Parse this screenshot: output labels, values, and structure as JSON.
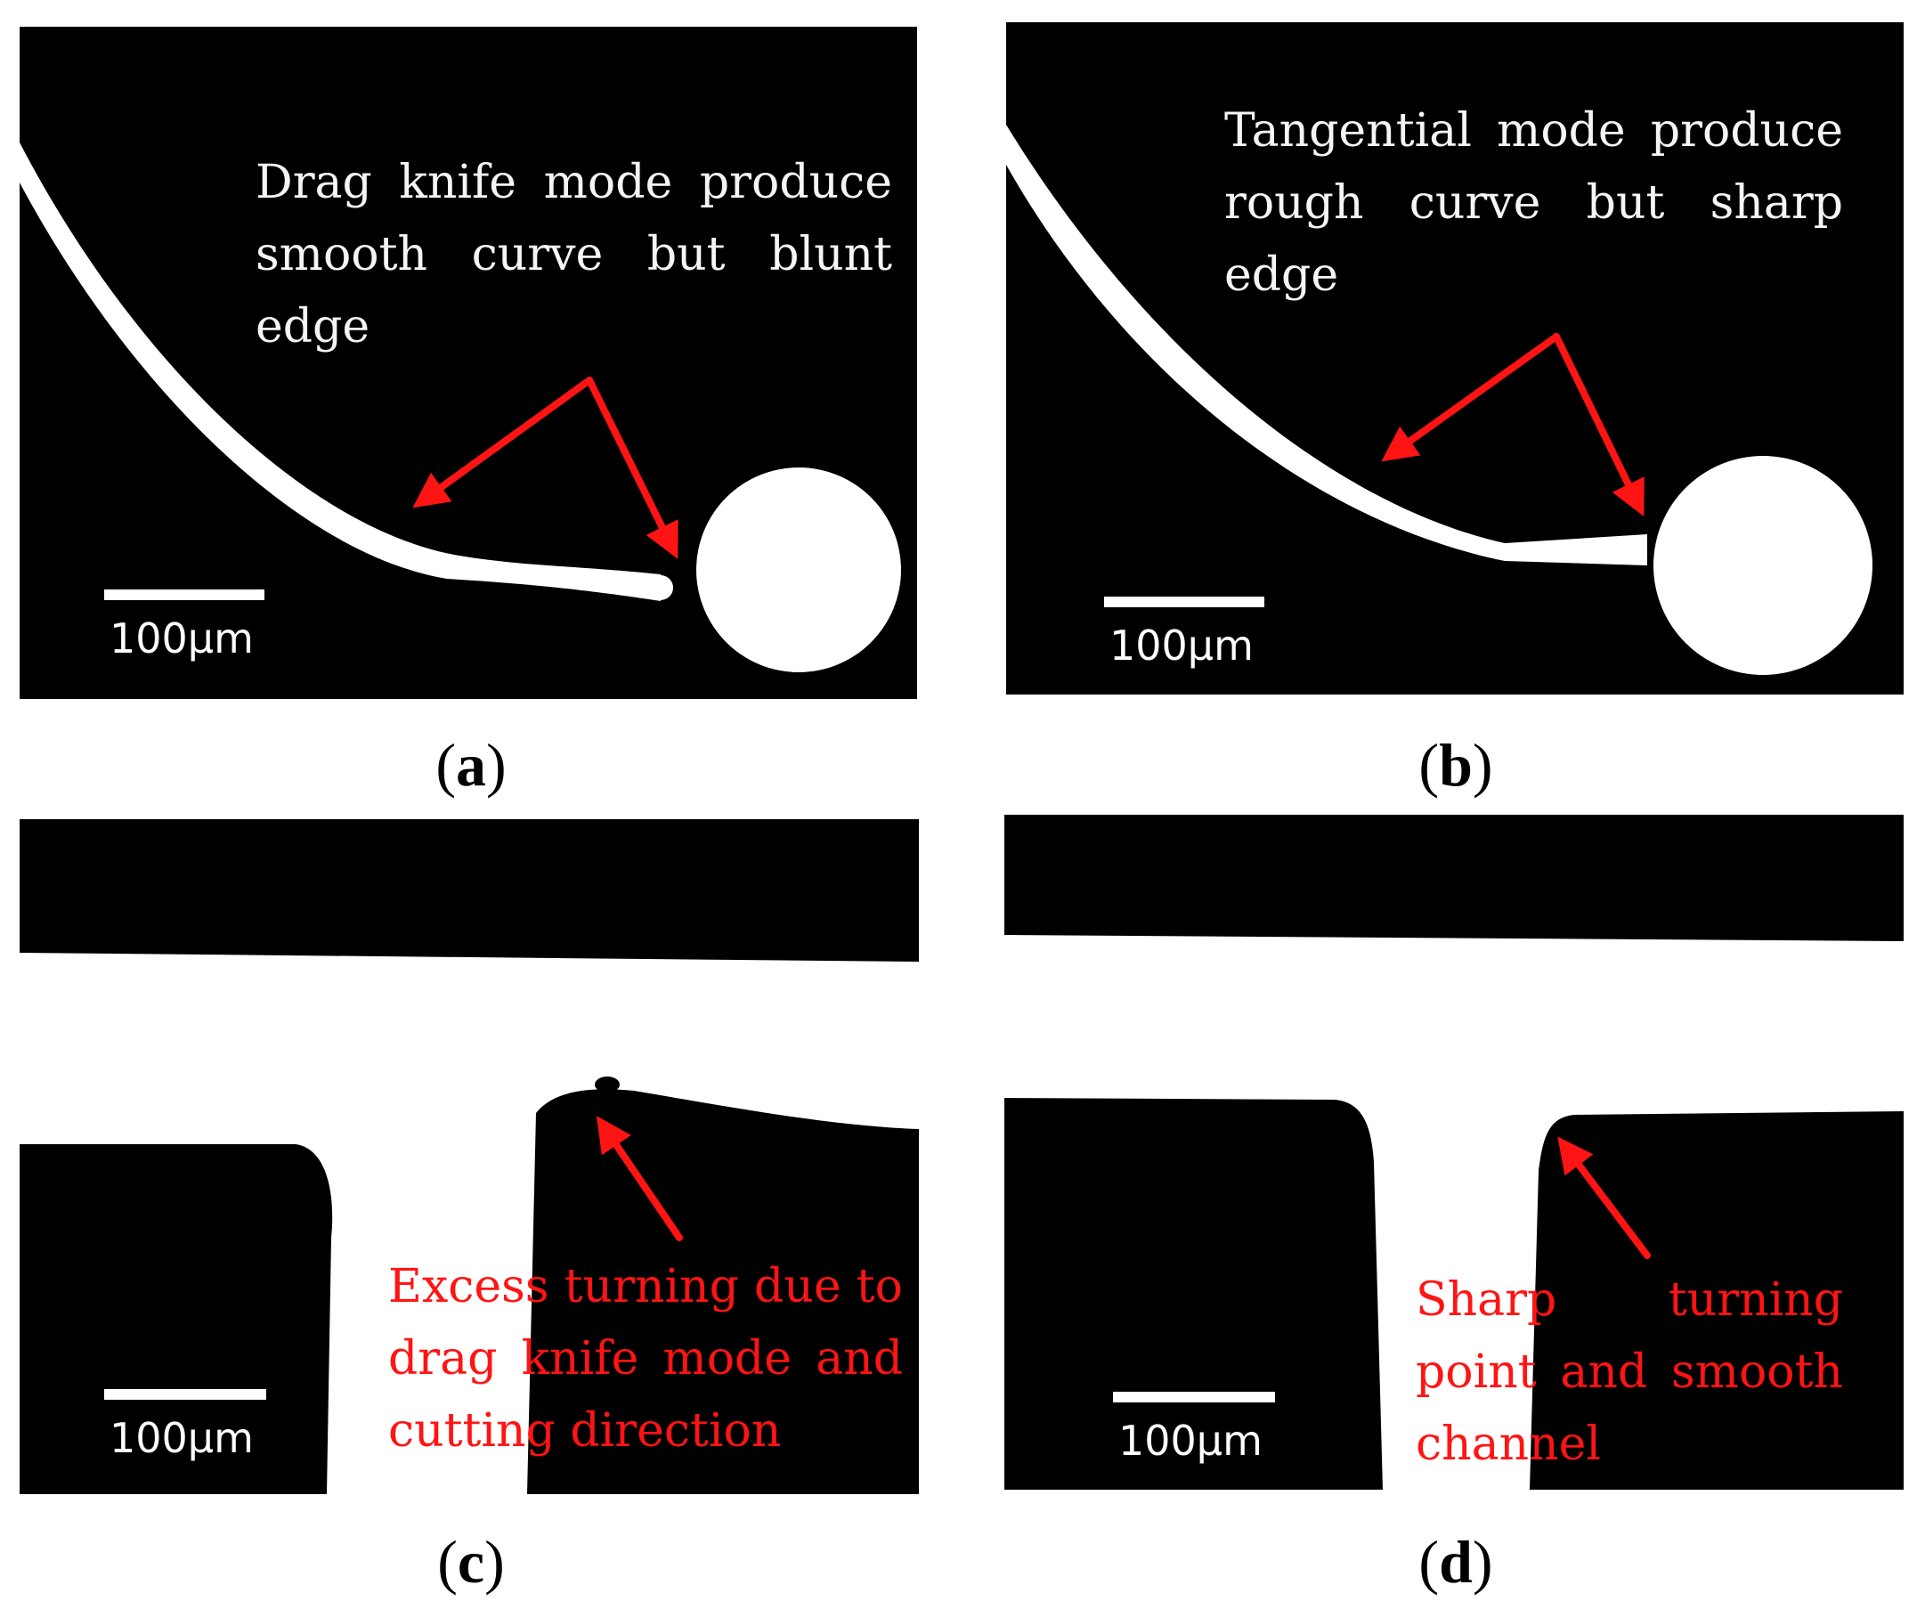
{
  "panels": {
    "a": {
      "annotation": "Drag knife mode produce smooth curve but blunt edge",
      "scale_label": "100μm",
      "caption_letter": "a"
    },
    "b": {
      "annotation": "Tangential mode produce rough curve but sharp edge",
      "scale_label": "100μm",
      "caption_letter": "b"
    },
    "c": {
      "annotation": "Excess turning due to drag knife mode and cutting direction",
      "scale_label": "100μm",
      "caption_letter": "c"
    },
    "d": {
      "annotation": "Sharp turning point and smooth channel",
      "scale_label": "100μm",
      "caption_letter": "d"
    }
  },
  "caption_open": "(",
  "caption_close": ")",
  "colors": {
    "arrow": "#ff1414",
    "background": "#000000",
    "channel": "#ffffff",
    "annotation_red": "#ff1414",
    "annotation_white": "#f5f5f5"
  }
}
